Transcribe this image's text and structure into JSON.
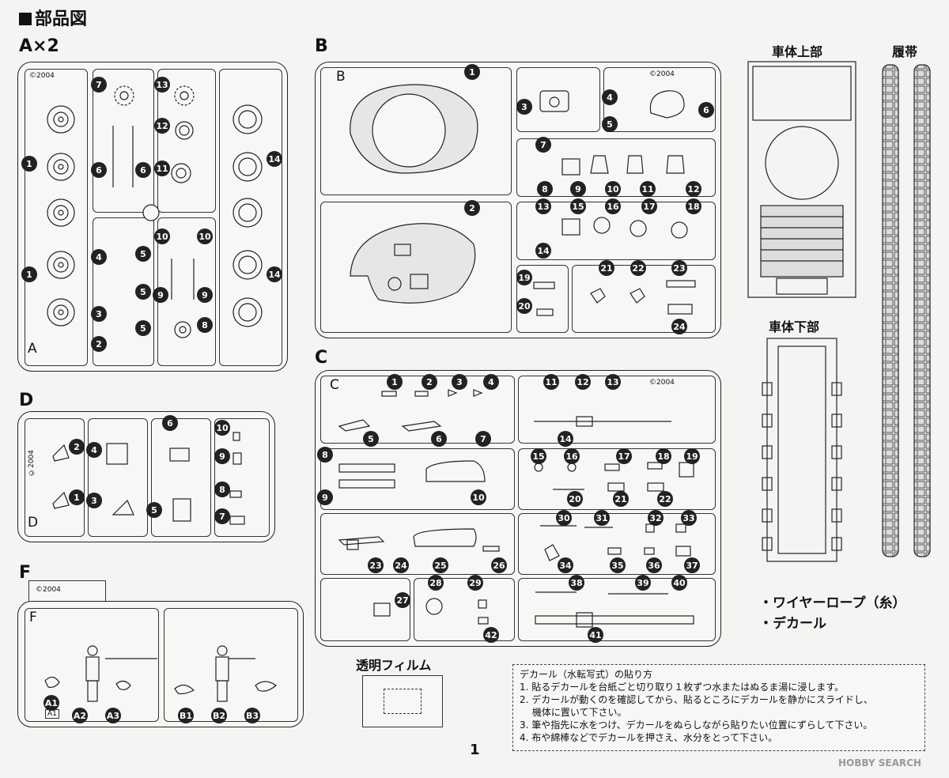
{
  "page": {
    "title": "部品図",
    "page_number": "1",
    "watermark": "HOBBY SEARCH"
  },
  "sprues": {
    "A": {
      "label": "A",
      "multiplier": "×2",
      "tag": "A",
      "copyright": "©2004"
    },
    "B": {
      "label": "B",
      "tag": "B",
      "copyright": "©2004"
    },
    "C": {
      "label": "C",
      "tag": "C",
      "copyright": "©2004"
    },
    "D": {
      "label": "D",
      "tag": "D",
      "copyright": "©2004"
    },
    "F": {
      "label": "F",
      "tag": "F",
      "copyright": "©2004"
    }
  },
  "assemblies": {
    "upper_hull": "車体上部",
    "lower_hull": "車体下部",
    "tracks": "履帯"
  },
  "clear_film": "透明フィルム",
  "extras": [
    "・ワイヤーロープ（糸）",
    "・デカール"
  ],
  "decal_instructions": {
    "title": "デカール（水転写式）の貼り方",
    "steps": [
      "1. 貼るデカールを台紙ごと切り取り１枚ずつ水またはぬるま湯に浸します。",
      "2. デカールが動くのを確認してから、貼るところにデカールを静かにスライドし、",
      "　 機体に置いて下さい。",
      "3. 筆や指先に水をつけ、デカールをぬらしながら貼りたい位置にずらして下さい。",
      "4. 布や綿棒などでデカールを押さえ、水分をとって下さい。"
    ]
  },
  "part_numbers": {
    "A": [
      "7",
      "13",
      "12",
      "11",
      "1",
      "6",
      "6",
      "14",
      "4",
      "10",
      "10",
      "5",
      "1",
      "5",
      "9",
      "9",
      "14",
      "3",
      "5",
      "8",
      "2"
    ],
    "B": [
      "1",
      "3",
      "4",
      "6",
      "5",
      "7",
      "8",
      "9",
      "10",
      "11",
      "12",
      "2",
      "13",
      "15",
      "16",
      "17",
      "18",
      "14",
      "19",
      "21",
      "22",
      "23",
      "20",
      "24"
    ],
    "C": [
      "1",
      "2",
      "3",
      "4",
      "11",
      "12",
      "13",
      "5",
      "6",
      "7",
      "14",
      "8",
      "15",
      "16",
      "17",
      "18",
      "19",
      "9",
      "10",
      "20",
      "21",
      "22",
      "30",
      "31",
      "32",
      "33",
      "23",
      "24",
      "25",
      "26",
      "34",
      "35",
      "36",
      "37",
      "27",
      "28",
      "29",
      "38",
      "39",
      "40",
      "42",
      "41"
    ],
    "D": [
      "2",
      "4",
      "6",
      "10",
      "9",
      "1",
      "3",
      "8",
      "5",
      "7"
    ],
    "F": [
      "A1",
      "A2",
      "A3",
      "B1",
      "B2",
      "B3"
    ]
  },
  "f_small_tag": "A1"
}
